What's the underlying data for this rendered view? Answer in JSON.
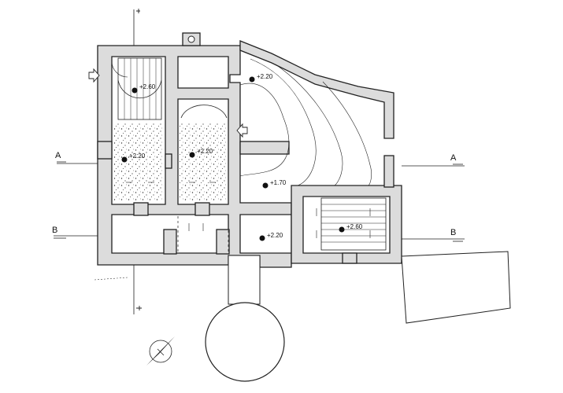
{
  "sections": [
    {
      "id": "A",
      "label": "A"
    },
    {
      "id": "B",
      "label": "B"
    }
  ],
  "levels": [
    {
      "id": "lv1",
      "value": "+2.60"
    },
    {
      "id": "lv2",
      "value": "+2.20"
    },
    {
      "id": "lv3",
      "value": "+2.20"
    },
    {
      "id": "lv4",
      "value": "+2.20"
    },
    {
      "id": "lv5",
      "value": "+1.70"
    },
    {
      "id": "lv6",
      "value": "+2.20"
    },
    {
      "id": "lv7",
      "value": "+2.60"
    }
  ],
  "colors": {
    "line": "#222222",
    "wall_fill": "#dcdcdc",
    "paper": "#ffffff"
  },
  "icons": [
    "north-arrow-icon",
    "entrance-arrow-icon",
    "level-marker-icon",
    "section-cut-marker-icon"
  ]
}
